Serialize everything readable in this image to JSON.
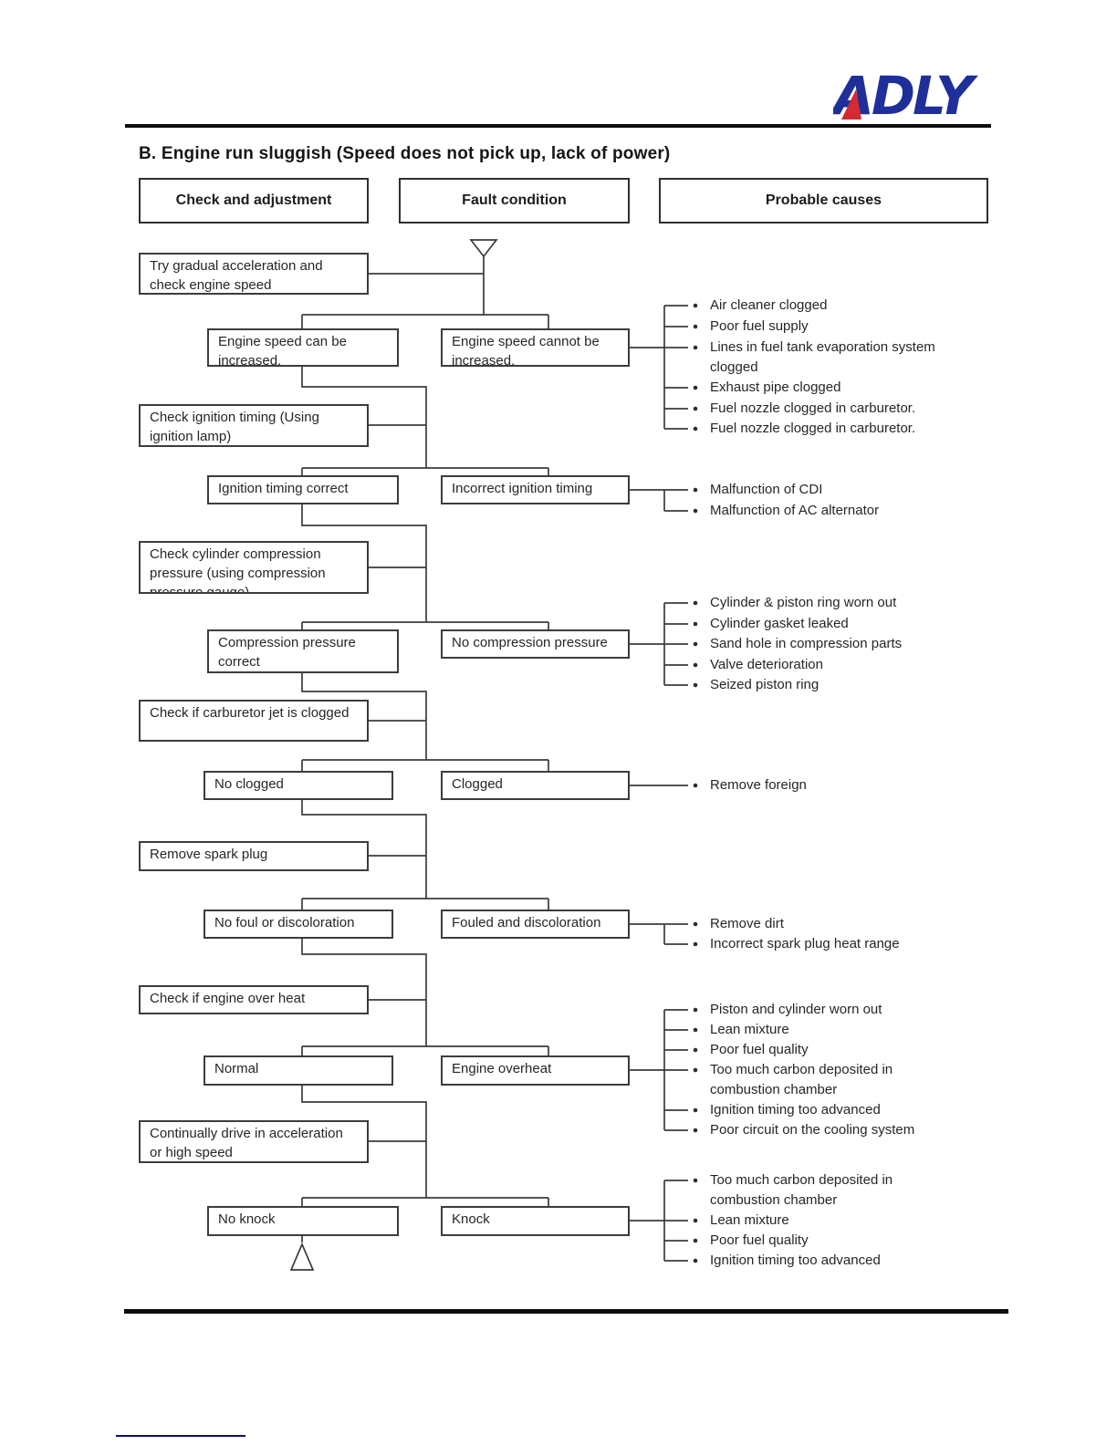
{
  "page": {
    "title": "B. Engine run sluggish (Speed does not pick up, lack of power)",
    "brand": "ADLY"
  },
  "colors": {
    "logo_blue": "#1f2f9a",
    "logo_red": "#d42a33",
    "line_gray": "#3c3c3c",
    "footer_line_navy": "#0a0a78"
  },
  "headers": {
    "check": "Check and adjustment",
    "fault": "Fault condition",
    "causes": "Probable causes"
  },
  "flow": {
    "checks": [
      "Try gradual acceleration and check engine speed",
      "Check ignition timing (Using ignition lamp)",
      "Check cylinder compression pressure (using compression pressure gauge)",
      "Check if carburetor jet is clogged",
      "Remove spark plug",
      "Check if engine over heat",
      "Continually drive in acceleration or high speed"
    ],
    "rows": [
      {
        "left": "Engine speed can be increased.",
        "right": "Engine speed cannot be increased."
      },
      {
        "left": "Ignition timing correct",
        "right": "Incorrect ignition timing"
      },
      {
        "left": "Compression pressure correct",
        "right": "No compression pressure"
      },
      {
        "left": "No clogged",
        "right": "Clogged"
      },
      {
        "left": "No foul or discoloration",
        "right": "Fouled and discoloration"
      },
      {
        "left": "Normal",
        "right": "Engine overheat"
      },
      {
        "left": "No knock",
        "right": "Knock"
      }
    ],
    "causes": [
      {
        "items": [
          "Air cleaner clogged",
          "Poor fuel supply",
          "Lines in fuel tank evaporation system clogged",
          "Exhaust pipe clogged",
          "Fuel nozzle clogged in carburetor.",
          "Fuel nozzle clogged in carburetor."
        ]
      },
      {
        "items": [
          "Malfunction of CDI",
          "Malfunction of AC alternator"
        ]
      },
      {
        "items": [
          "Cylinder & piston ring worn out",
          "Cylinder gasket leaked",
          "Sand hole in compression parts",
          "Valve deterioration",
          "Seized piston ring"
        ]
      },
      {
        "items": [
          "Remove foreign"
        ]
      },
      {
        "items": [
          "Remove dirt",
          "Incorrect spark plug heat range"
        ]
      },
      {
        "items": [
          "Piston and cylinder worn out",
          "Lean mixture",
          "Poor fuel quality",
          "Too much carbon deposited in combustion chamber",
          "Ignition timing too advanced",
          "Poor circuit on the cooling system"
        ]
      },
      {
        "items": [
          "Too much carbon deposited in combustion chamber",
          "Lean mixture",
          "Poor fuel quality",
          "Ignition timing too advanced"
        ]
      }
    ]
  }
}
